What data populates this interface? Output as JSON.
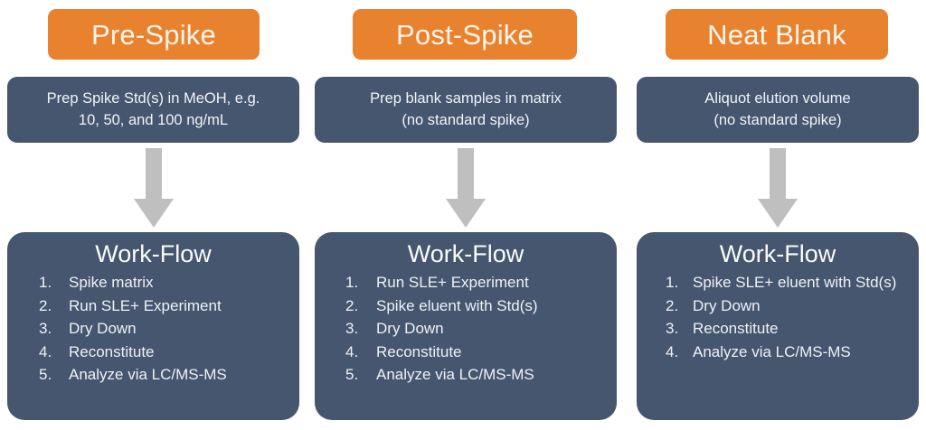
{
  "colors": {
    "orange": "#E9822F",
    "navy": "#46566F",
    "arrow_gray": "#BFBFBF",
    "header_text": "#FFF4EA",
    "box_text": "#F2F4F7",
    "background": "#FFFFFF"
  },
  "columns": [
    {
      "header": "Pre-Spike",
      "prep_lines": [
        "Prep Spike Std(s) in MeOH, e.g.",
        "10, 50, and 100 ng/mL"
      ],
      "arrow": "down-arrow",
      "workflow_title": "Work-Flow",
      "steps": [
        {
          "num": "1.",
          "text": "Spike matrix"
        },
        {
          "num": "2.",
          "text": "Run SLE+ Experiment"
        },
        {
          "num": "3.",
          "text": "Dry Down"
        },
        {
          "num": "4.",
          "text": "Reconstitute"
        },
        {
          "num": "5.",
          "text": "Analyze via LC/MS-MS"
        }
      ]
    },
    {
      "header": "Post-Spike",
      "prep_lines": [
        "Prep blank samples in matrix",
        "(no standard spike)"
      ],
      "arrow": "down-arrow",
      "workflow_title": "Work-Flow",
      "steps": [
        {
          "num": "1.",
          "text": "Run SLE+ Experiment"
        },
        {
          "num": "2.",
          "text": "Spike eluent with Std(s)"
        },
        {
          "num": "3.",
          "text": "Dry Down"
        },
        {
          "num": "4.",
          "text": "Reconstitute"
        },
        {
          "num": "5.",
          "text": "Analyze via LC/MS-MS"
        }
      ]
    },
    {
      "header": "Neat Blank",
      "prep_lines": [
        "Aliquot elution volume",
        "(no standard spike)"
      ],
      "arrow": "down-arrow",
      "workflow_title": "Work-Flow",
      "steps": [
        {
          "num": "1.",
          "text": "Spike SLE+ eluent with Std(s)"
        },
        {
          "num": "2.",
          "text": "Dry Down"
        },
        {
          "num": "3.",
          "text": "Reconstitute"
        },
        {
          "num": "4.",
          "text": "Analyze via LC/MS-MS"
        }
      ]
    }
  ]
}
